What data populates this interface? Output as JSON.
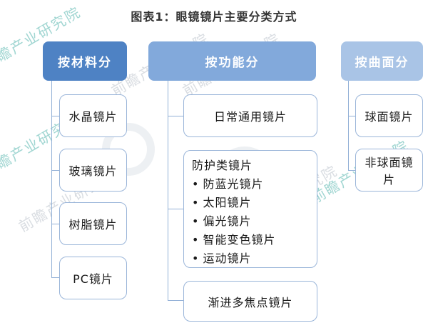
{
  "title": "图表1：眼镜镜片主要分类方式",
  "colors": {
    "header_material": "#4e82c4",
    "header_function": "#82a9db",
    "header_surface": "#a9c4e6",
    "node_border": "#9ab5d9",
    "connector": "#93b1d7",
    "header_text": "#ffffff",
    "title_text": "#333333",
    "watermark_gray": "#9aa6b4",
    "watermark_teal": "#2fa39b"
  },
  "watermark": {
    "text": "前瞻产业研究院"
  },
  "columns": [
    {
      "header": "按材料分",
      "header_color": "#4e82c4",
      "items": [
        {
          "label": "水晶镜片"
        },
        {
          "label": "玻璃镜片"
        },
        {
          "label": "树脂镜片"
        },
        {
          "label": "PC镜片"
        }
      ]
    },
    {
      "header": "按功能分",
      "header_color": "#82a9db",
      "items": [
        {
          "label": "日常通用镜片"
        },
        {
          "label": "防护类镜片",
          "bullets": [
            "防蓝光镜片",
            "太阳镜片",
            "偏光镜片",
            "智能变色镜片",
            "运动镜片"
          ]
        },
        {
          "label": "渐进多焦点镜片"
        }
      ]
    },
    {
      "header": "按曲面分",
      "header_color": "#a9c4e6",
      "items": [
        {
          "label": "球面镜片"
        },
        {
          "label": "非球面镜片"
        }
      ]
    }
  ]
}
